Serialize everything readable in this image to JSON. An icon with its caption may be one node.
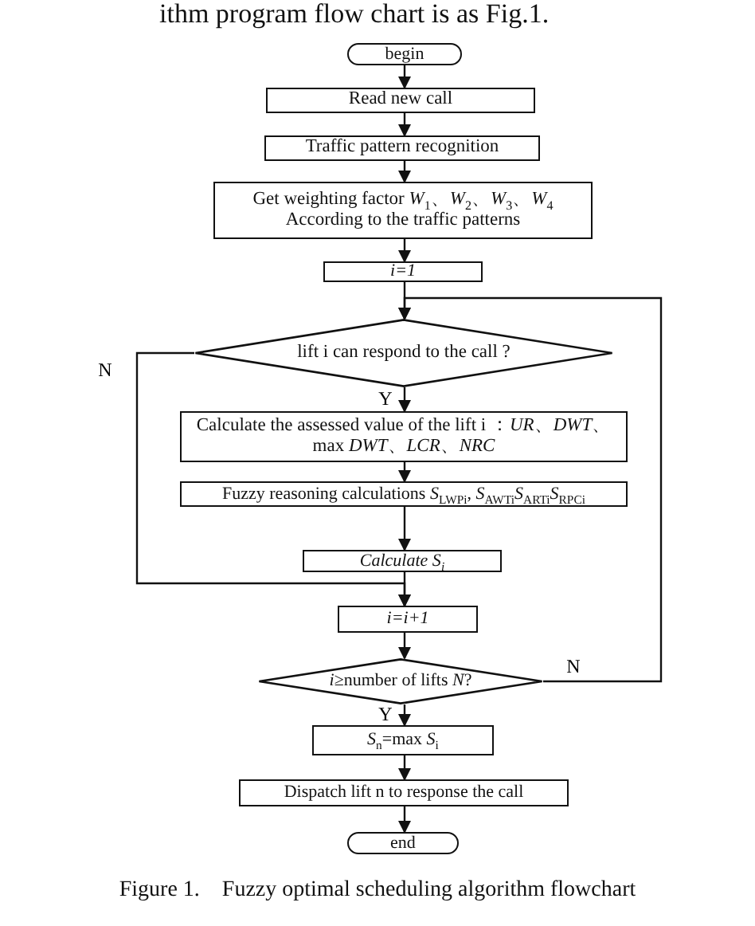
{
  "diagram": {
    "caption": "Figure 1.    Fuzzy optimal scheduling algorithm flowchart",
    "nodes": [
      {
        "text": [
          "begin"
        ]
      },
      {
        "text": [
          "Read new call"
        ]
      },
      {
        "text": [
          "Traffic pattern recognition"
        ]
      },
      {
        "text": [
          "Get weighting factor *W*$_{1}$、*W*$_{2}$、*W*$_{3}$、*W*$_{4}$ According to the traffic patterns"
        ]
      },
      {
        "text": [
          "*i*=1"
        ]
      },
      {
        "text": [
          "lift i can respond to the call ?"
        ]
      },
      {
        "text": [
          "Calculate the assessed value of the lift i ：*UR*、*DWT*、max *DWT*、*LCR*、*NRC*"
        ]
      },
      {
        "text": [
          "Fuzzy reasoning calculations *S*$_{LWPi}$, *S*$_{AWTi}$*S*$_{ARTi}$*S*$_{RPCi}$"
        ]
      },
      {
        "text": [
          "Calculate S$_{i}$"
        ]
      },
      {
        "text": [
          "*i*=*i*+1"
        ]
      },
      {
        "text": [
          "*i*≥number of lifts *N*?"
        ]
      },
      {
        "text": [
          "*S*$_{n}$=max *S*$_{i}$"
        ]
      },
      {
        "text": [
          "Dispatch lift n to response the call"
        ]
      },
      {
        "text": [
          "end"
        ]
      }
    ],
    "edges": [
      {
        "from": 0,
        "to": 1,
        "arrow": "to"
      },
      {
        "from": 1,
        "to": 2,
        "arrow": "to"
      },
      {
        "from": 2,
        "to": 3,
        "arrow": "to"
      },
      {
        "from": 3,
        "to": 4,
        "arrow": "to"
      },
      {
        "from": 4,
        "to": 5,
        "arrow": "to"
      },
      {
        "from": 5,
        "to": 6,
        "arrow": "to",
        "label": "Y"
      },
      {
        "from": 6,
        "to": 7,
        "arrow": "to"
      },
      {
        "from": 7,
        "to": 8,
        "arrow": "to"
      },
      {
        "from": 8,
        "to": 9,
        "arrow": "to"
      },
      {
        "from": 5,
        "to": 9,
        "arrow": "to",
        "label": "N"
      },
      {
        "from": 9,
        "to": 10,
        "arrow": "to"
      },
      {
        "from": 10,
        "to": 11,
        "arrow": "to",
        "label": "Y"
      },
      {
        "from": 10,
        "to": 5,
        "arrow": "to",
        "label": "N"
      },
      {
        "from": 11,
        "to": 12,
        "arrow": "to"
      },
      {
        "from": 12,
        "to": 13,
        "arrow": "to"
      }
    ],
    "labels": [
      "ithm program flow chart is as Fig.1."
    ]
  }
}
